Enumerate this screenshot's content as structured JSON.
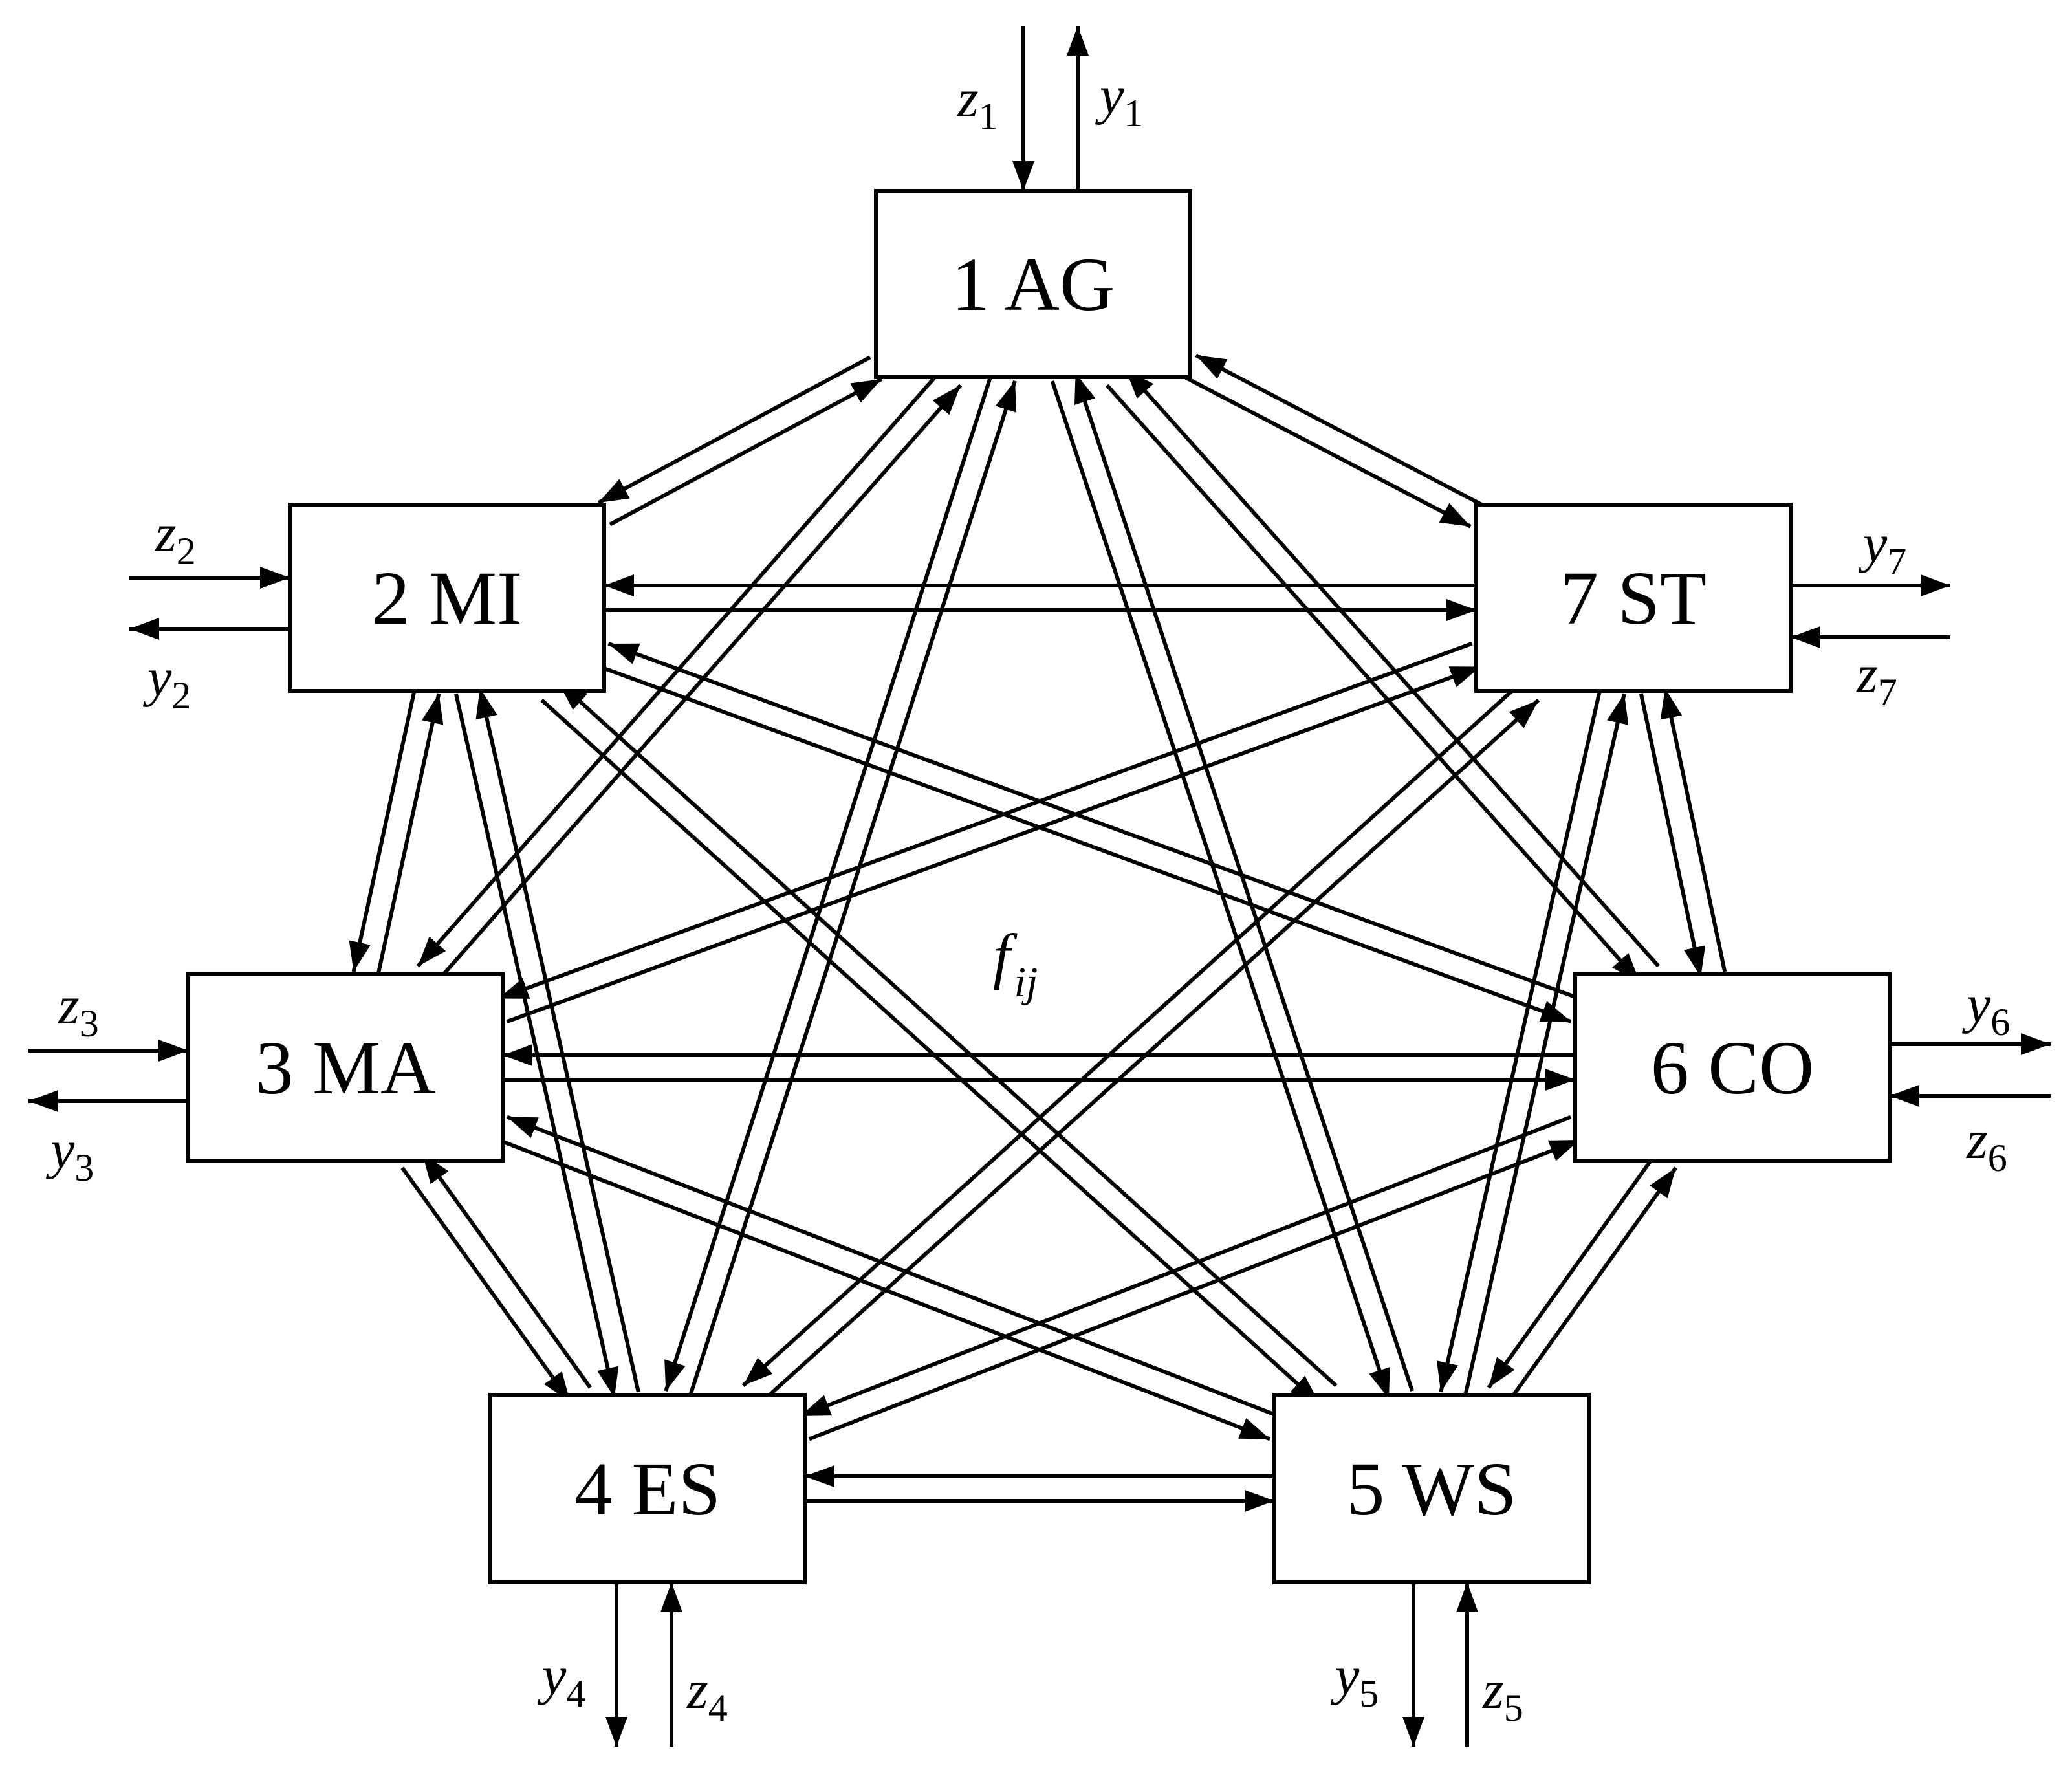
{
  "nodes": [
    {
      "id": 1,
      "label": "1 AG",
      "input": "z",
      "output": "y",
      "index": "1"
    },
    {
      "id": 2,
      "label": "2 MI",
      "input": "z",
      "output": "y",
      "index": "2"
    },
    {
      "id": 3,
      "label": "3 MA",
      "input": "z",
      "output": "y",
      "index": "3"
    },
    {
      "id": 4,
      "label": "4 ES",
      "input": "z",
      "output": "y",
      "index": "4"
    },
    {
      "id": 5,
      "label": "5 WS",
      "input": "z",
      "output": "y",
      "index": "5"
    },
    {
      "id": 6,
      "label": "6 CO",
      "input": "z",
      "output": "y",
      "index": "6"
    },
    {
      "id": 7,
      "label": "7 ST",
      "input": "z",
      "output": "y",
      "index": "7"
    }
  ],
  "center": {
    "symbol": "f",
    "subscript": "ij"
  },
  "colors": {
    "stroke": "#000000",
    "background": "#ffffff"
  }
}
